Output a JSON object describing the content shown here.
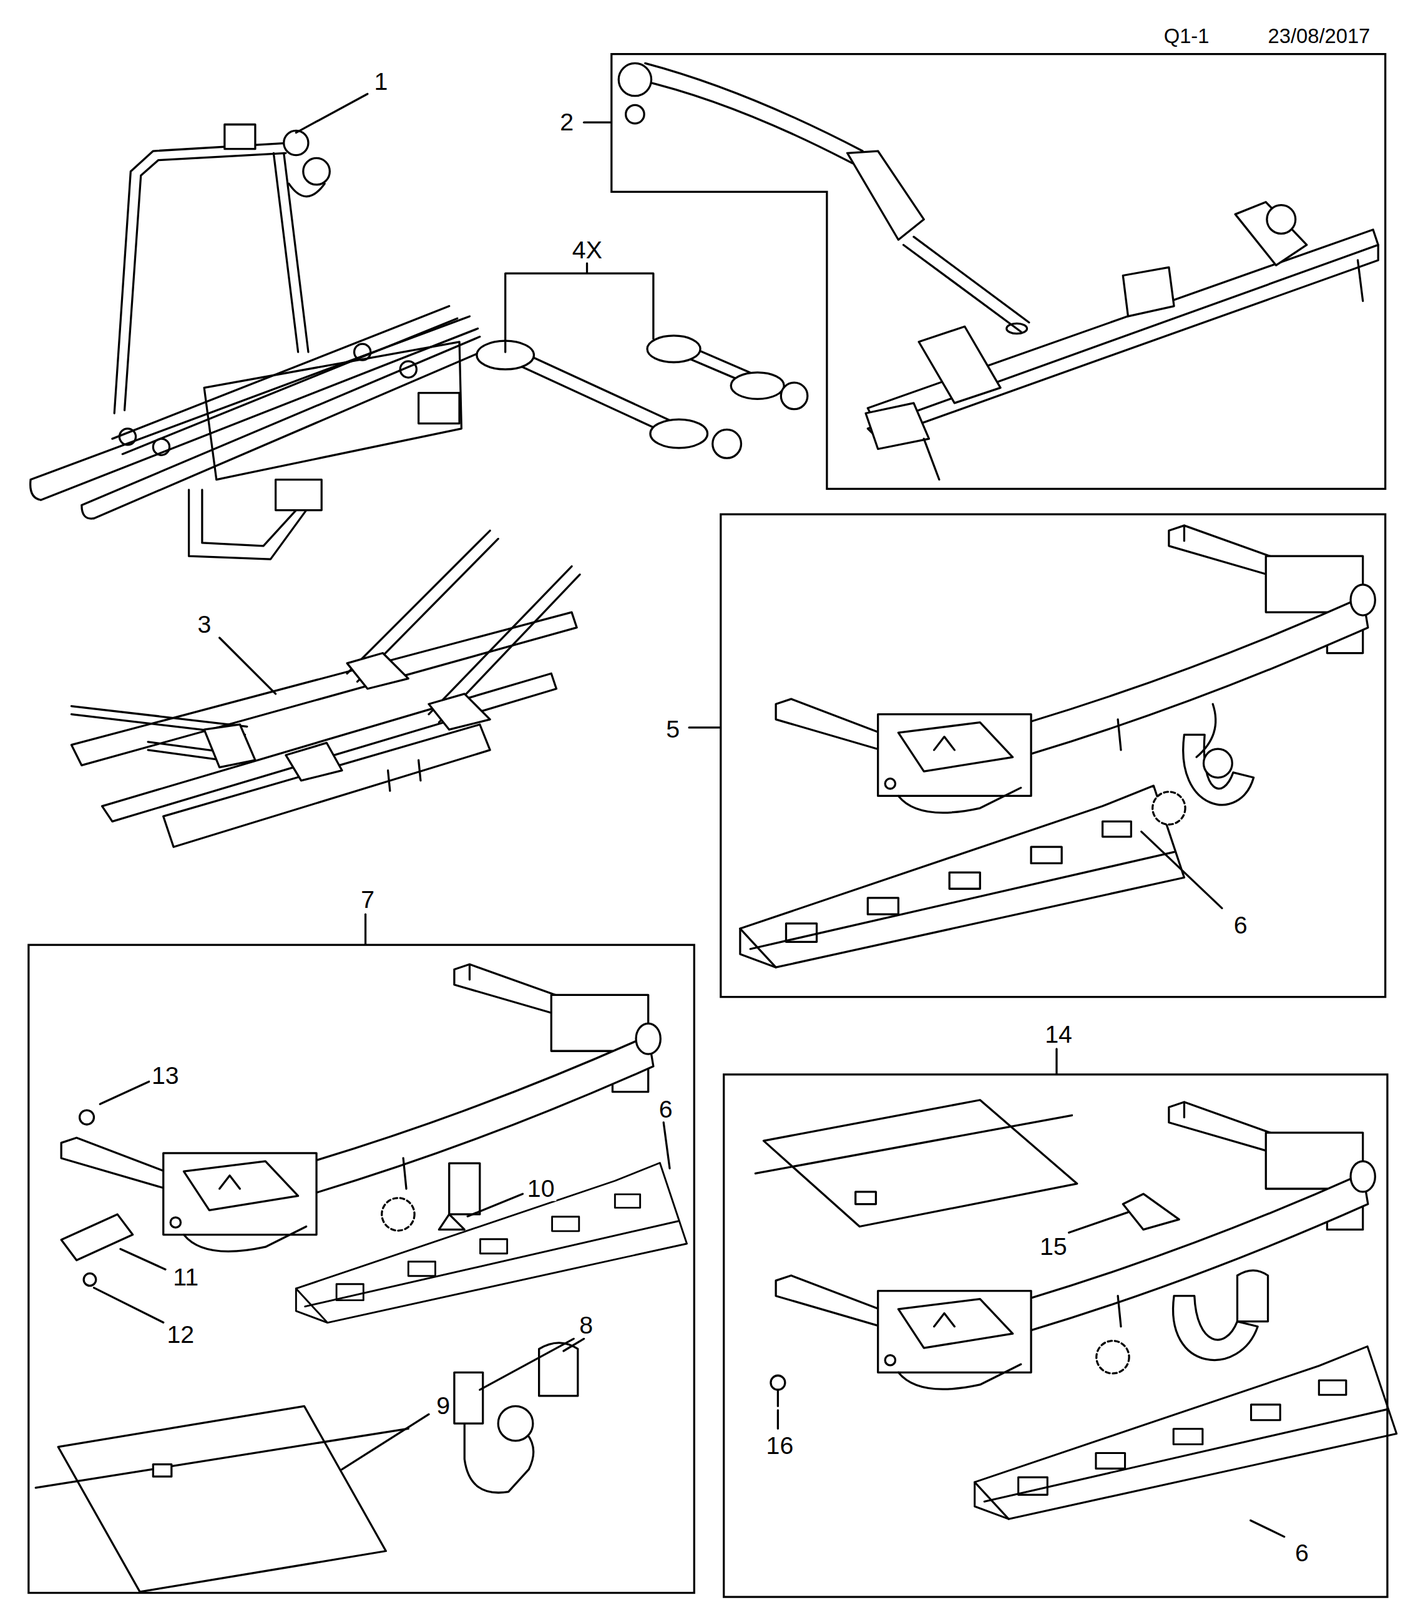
{
  "diagram": {
    "nodes": [
      {
        "text": [
          "2"
        ]
      },
      {
        "text": [
          "5",
          "6"
        ]
      },
      {
        "text": [
          "7",
          "13",
          "6",
          "10",
          "11",
          "12",
          "8",
          "9"
        ]
      },
      {
        "text": [
          "14",
          "15",
          "16",
          "6"
        ]
      }
    ],
    "labels": [
      "Q1-1",
      "23/08/2017",
      "1",
      "4X",
      "3"
    ]
  }
}
